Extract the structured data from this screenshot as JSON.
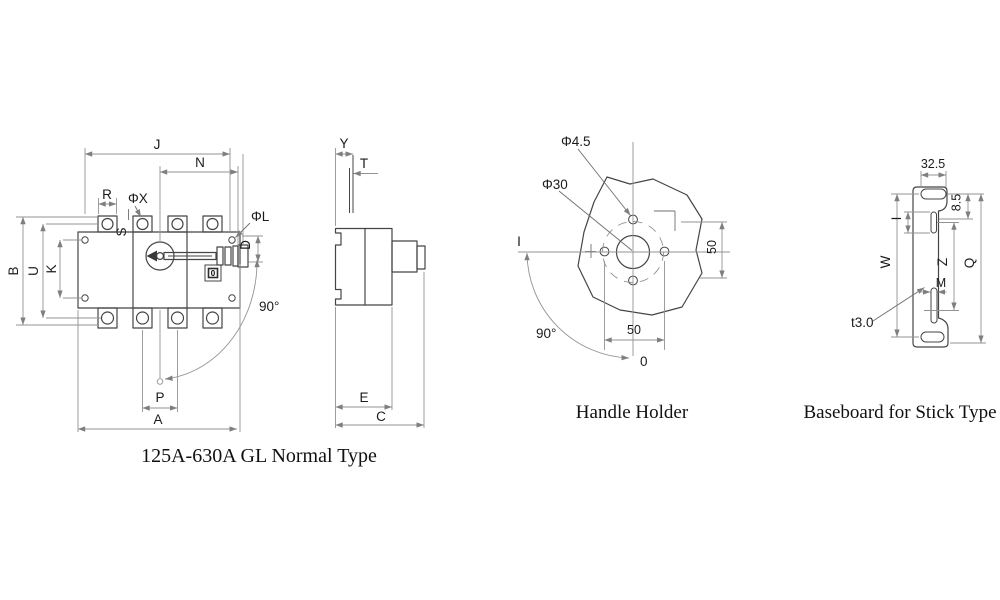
{
  "front": {
    "caption": "125A-630A GL Normal Type",
    "j": "J",
    "n": "N",
    "r": "R",
    "phi_x": "ΦX",
    "s": "S",
    "phi_l": "ΦL",
    "d": "D",
    "b": "B",
    "u": "U",
    "k": "K",
    "angle": "90°",
    "indicator": "0",
    "p": "P",
    "a": "A"
  },
  "side": {
    "y": "Y",
    "t": "T",
    "e": "E",
    "c": "C"
  },
  "holder": {
    "caption": "Handle Holder",
    "phi_45": "Φ4.5",
    "phi_30": "Φ30",
    "dim_vertical": "50",
    "dim_horizontal": "50",
    "axis_left": "I",
    "angle": "90°",
    "axis_bottom": "0"
  },
  "baseboard": {
    "caption": "Baseboard for Stick Type",
    "top_slot_width": "32.5",
    "top_offset": "8.5",
    "upper_slot_length": "I",
    "w": "W",
    "z": "Z",
    "m": "M",
    "q": "Q",
    "thickness": "t3.0"
  }
}
